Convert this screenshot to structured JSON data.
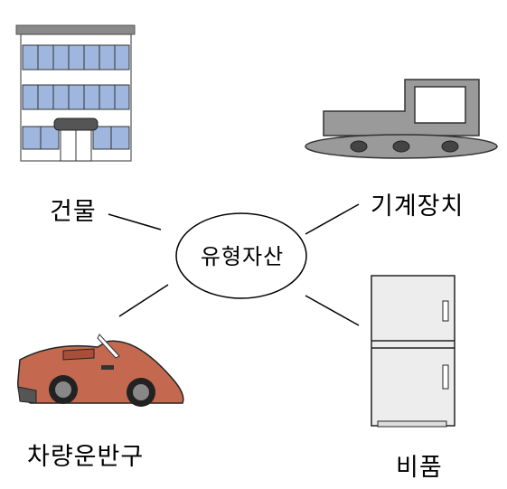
{
  "center": {
    "label": "유형자산"
  },
  "items": [
    {
      "label": "건물",
      "icon": "building-icon"
    },
    {
      "label": "기계장치",
      "icon": "excavator-machine-icon"
    },
    {
      "label": "차량운반구",
      "icon": "red-car-icon"
    },
    {
      "label": "비품",
      "icon": "refrigerator-icon"
    }
  ]
}
